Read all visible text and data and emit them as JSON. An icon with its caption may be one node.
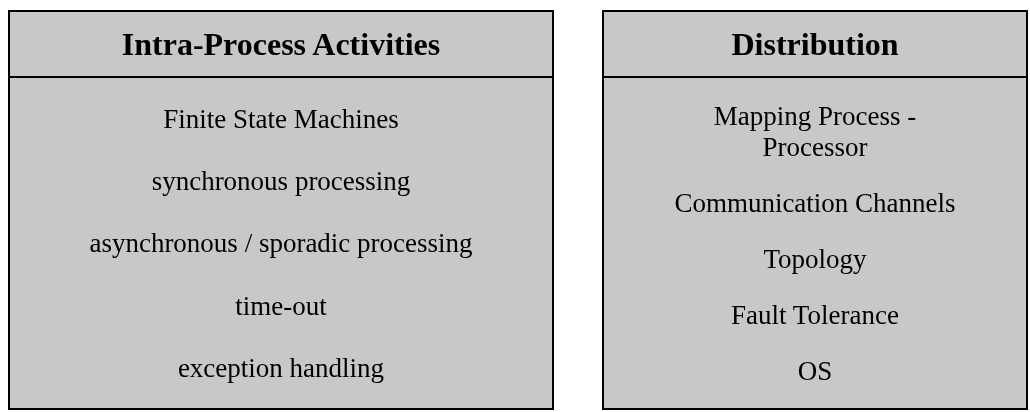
{
  "diagram": {
    "nodes": [
      {
        "text": [
          "Intra-Process Activities",
          "Finite State Machines",
          "synchronous processing",
          "asynchronous / sporadic processing",
          "time-out",
          "exception handling"
        ]
      },
      {
        "text": [
          "Distribution",
          "Mapping Process - Processor",
          "Communication Channels",
          "Topology",
          "Fault Tolerance",
          "OS"
        ]
      }
    ]
  }
}
